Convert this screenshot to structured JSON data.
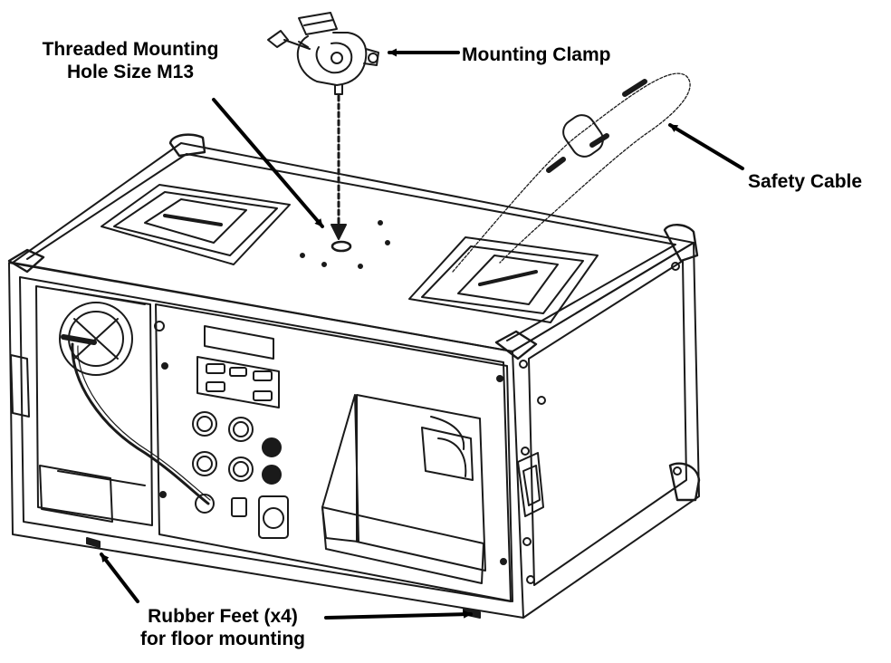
{
  "labels": {
    "mounting_hole": {
      "line1": "Threaded Mounting",
      "line2": "Hole Size M13"
    },
    "mounting_clamp": "Mounting Clamp",
    "safety_cable": "Safety Cable",
    "rubber_feet": {
      "line1": "Rubber Feet (x4)",
      "line2": "for floor mounting"
    }
  },
  "colors": {
    "line": "#1a1a1a",
    "background": "#ffffff"
  }
}
